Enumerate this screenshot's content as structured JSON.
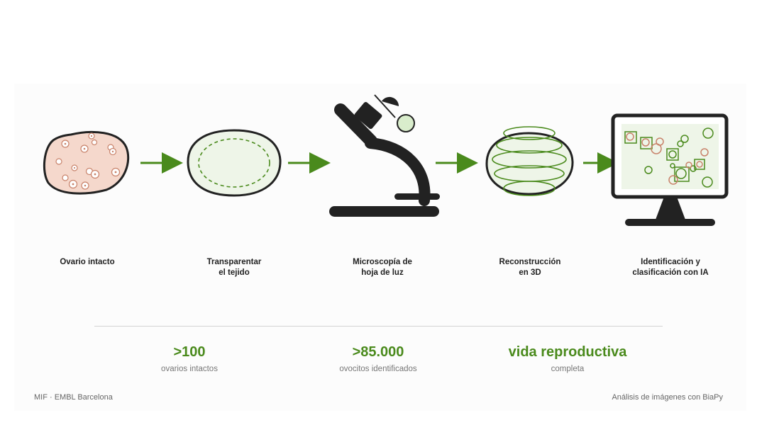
{
  "steps": [
    {
      "line1": "Ovario intacto",
      "line2": ""
    },
    {
      "line1": "Transparentar",
      "line2": "el tejido"
    },
    {
      "line1": "Microscopía de",
      "line2": "hoja de luz"
    },
    {
      "line1": "Reconstrucción",
      "line2": "en 3D"
    },
    {
      "line1": "Identificación y",
      "line2": "clasificación con IA"
    }
  ],
  "stats": [
    {
      "value": ">100",
      "caption": "ovarios intactos"
    },
    {
      "value": ">85.000",
      "caption": "ovocitos identificados"
    },
    {
      "value": "vida reproductiva",
      "caption": "completa"
    }
  ],
  "footer": {
    "left": "MIF · EMBL Barcelona",
    "right": "Análisis de imágenes con BiaPy"
  },
  "colors": {
    "accent_green": "#4a8a1c",
    "ovary_pink": "#f5d8cc",
    "cell_orange": "#c8826a",
    "cleared_green": "#eef5e8",
    "outline": "#222222"
  }
}
